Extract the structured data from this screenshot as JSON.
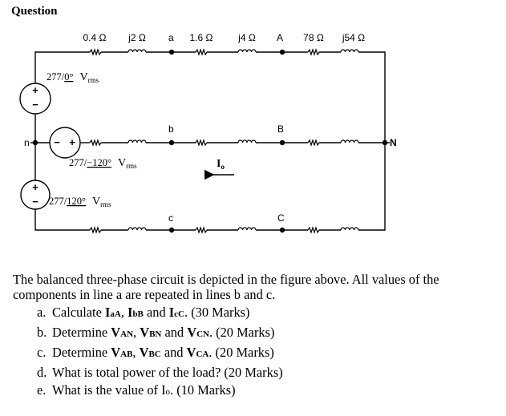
{
  "heading": "Question",
  "circuit": {
    "line_a_components": [
      "0.4 Ω",
      "j2 Ω",
      "1.6 Ω",
      "j4 Ω",
      "78 Ω",
      "j54 Ω"
    ],
    "node_labels": {
      "n": "n",
      "N": "N",
      "a": "a",
      "b": "b",
      "c": "c",
      "A": "A",
      "B": "B",
      "C": "C"
    },
    "sources": [
      {
        "magnitude": "277",
        "angle": "0°",
        "unit": "V",
        "unit_sub": "rms"
      },
      {
        "magnitude": "277",
        "angle": "−120°",
        "unit": "V",
        "unit_sub": "rms"
      },
      {
        "magnitude": "277",
        "angle": "120°",
        "unit": "V",
        "unit_sub": "rms"
      }
    ],
    "current_label": "I",
    "current_sub": "o",
    "plus_sign": "+",
    "minus_sign": "−"
  },
  "problem": {
    "statement": "The balanced three-phase circuit is depicted in the figure above. All values of the components in line a are repeated in lines b and c.",
    "items": [
      {
        "label": "a.",
        "prefix": "Calculate ",
        "terms": [
          {
            "main": "I",
            "sub": "aA"
          },
          {
            "main": "I",
            "sub": "bB"
          },
          {
            "main": "I",
            "sub": "cC"
          }
        ],
        "joiners": [
          ", ",
          " and "
        ],
        "suffix": ". (30 Marks)"
      },
      {
        "label": "b.",
        "prefix": "Determine ",
        "terms": [
          {
            "main": "V",
            "sub": "AN"
          },
          {
            "main": "V",
            "sub": "BN"
          },
          {
            "main": "V",
            "sub": "CN"
          }
        ],
        "joiners": [
          ", ",
          " and "
        ],
        "suffix": ". (20 Marks)"
      },
      {
        "label": "c.",
        "prefix": "Determine ",
        "terms": [
          {
            "main": "V",
            "sub": "AB"
          },
          {
            "main": "V",
            "sub": "BC"
          },
          {
            "main": "V",
            "sub": "CA"
          }
        ],
        "joiners": [
          ", ",
          " and "
        ],
        "suffix": ". (20 Marks)"
      },
      {
        "label": "d.",
        "text": "What is total power of the load? (20 Marks)"
      },
      {
        "label": "e.",
        "prefix": "What is the value of I",
        "sub": "o",
        "suffix": ". (10 Marks)"
      }
    ]
  }
}
